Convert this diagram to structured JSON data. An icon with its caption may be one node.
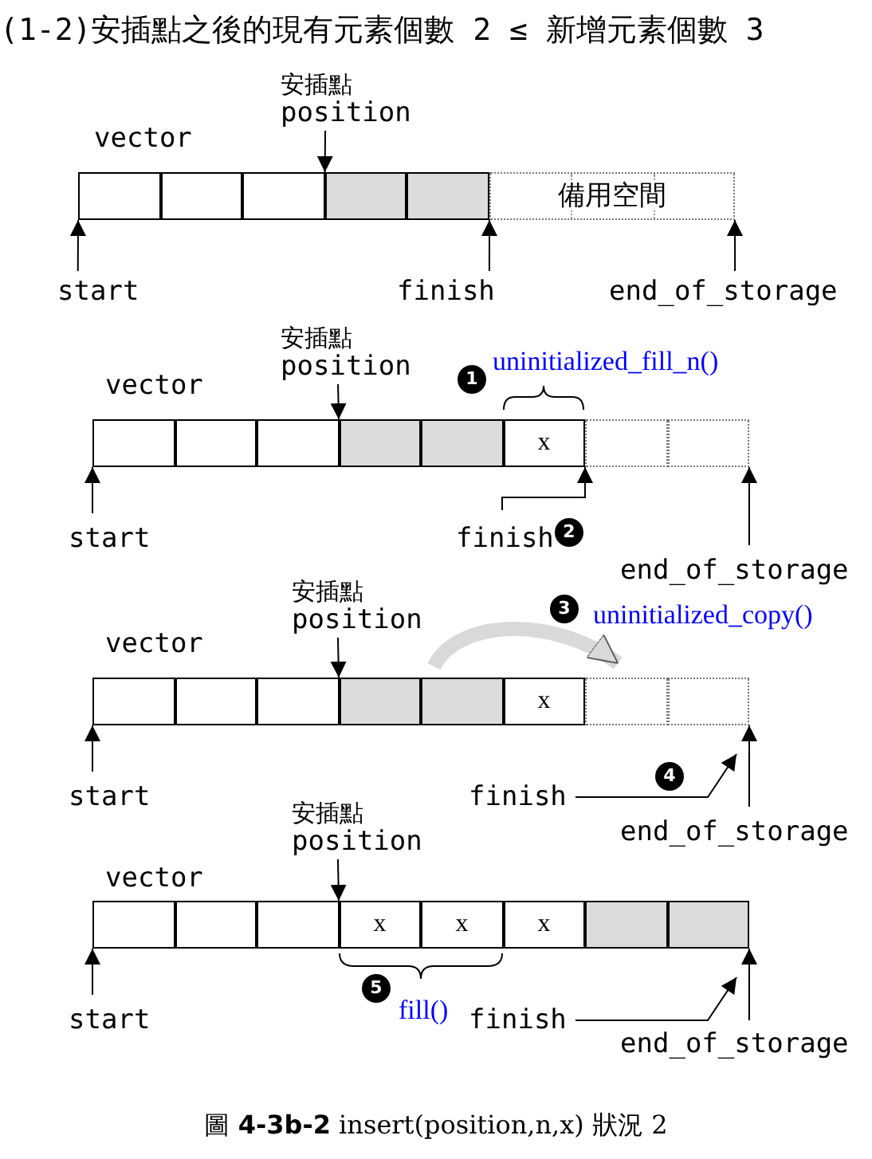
{
  "diagram": {
    "title": "(1-2)安插點之後的現有元素個數 2 ≤ 新增元素個數 3",
    "caption": "圖 **4-3b-2** insert(position,n,x) 狀況 2",
    "nodes": [
      {
        "text": [
          "安插點",
          "position"
        ]
      },
      {
        "text": [],
        "shape": "box"
      },
      {
        "text": [],
        "shape": "box"
      },
      {
        "text": [],
        "shape": "box"
      },
      {
        "text": [],
        "shape": "box"
      },
      {
        "text": [],
        "shape": "box"
      },
      {
        "text": [
          "備用空間"
        ]
      },
      {
        "text": [
          "start"
        ]
      },
      {
        "text": [
          "finish"
        ]
      },
      {
        "text": [
          "end_of_storage"
        ]
      },
      {
        "text": [
          "安插點",
          "position"
        ]
      },
      {
        "text": [
          "1"
        ]
      },
      {
        "text": [],
        "shape": "box"
      },
      {
        "text": [],
        "shape": "box"
      },
      {
        "text": [],
        "shape": "box"
      },
      {
        "text": [],
        "shape": "box"
      },
      {
        "text": [],
        "shape": "box"
      },
      {
        "text": [
          "x"
        ]
      },
      {
        "text": [],
        "shape": "box"
      },
      {
        "text": [],
        "shape": "box"
      },
      {
        "text": [
          "start"
        ]
      },
      {
        "text": [
          "finish"
        ]
      },
      {
        "text": [
          "2"
        ]
      },
      {
        "text": [
          "end_of_storage"
        ]
      },
      {
        "text": [
          "安插點",
          "position"
        ]
      },
      {
        "text": [
          "3"
        ]
      },
      {
        "text": [],
        "shape": "box"
      },
      {
        "text": [],
        "shape": "box"
      },
      {
        "text": [],
        "shape": "box"
      },
      {
        "text": [],
        "shape": "box"
      },
      {
        "text": [],
        "shape": "box"
      },
      {
        "text": [
          "x"
        ]
      },
      {
        "text": [],
        "shape": "box"
      },
      {
        "text": [],
        "shape": "box"
      },
      {
        "text": [
          "start"
        ]
      },
      {
        "text": [
          "finish"
        ]
      },
      {
        "text": [
          "4"
        ]
      },
      {
        "text": [
          "end_of_storage"
        ]
      },
      {
        "text": [
          "安插點",
          "position"
        ]
      },
      {
        "text": [],
        "shape": "box"
      },
      {
        "text": [],
        "shape": "box"
      },
      {
        "text": [],
        "shape": "box"
      },
      {
        "text": [
          "x"
        ]
      },
      {
        "text": [
          "x"
        ]
      },
      {
        "text": [
          "x"
        ]
      },
      {
        "text": [],
        "shape": "box"
      },
      {
        "text": [],
        "shape": "box"
      },
      {
        "text": [
          "5"
        ]
      },
      {
        "text": [
          "start"
        ]
      },
      {
        "text": [
          "finish"
        ]
      },
      {
        "text": [
          "end_of_storage"
        ]
      }
    ],
    "edges": [
      {
        "from": 0,
        "to": 4,
        "arrow": "to"
      },
      {
        "from": 7,
        "to": 1,
        "arrow": "to"
      },
      {
        "from": 8,
        "to": 5,
        "arrow": "to"
      },
      {
        "from": 9,
        "to": 6,
        "arrow": "to"
      },
      {
        "from": 10,
        "to": 15,
        "arrow": "to"
      },
      {
        "from": 20,
        "to": 12,
        "arrow": "to"
      },
      {
        "from": 21,
        "to": 17,
        "arrow": "to"
      },
      {
        "from": 23,
        "to": 19,
        "arrow": "to"
      },
      {
        "from": 30,
        "to": 32,
        "arrow": "to",
        "style": "thick",
        "color": "#d9d9d9"
      },
      {
        "from": 24,
        "to": 29,
        "arrow": "to"
      },
      {
        "from": 34,
        "to": 26,
        "arrow": "to"
      },
      {
        "from": 35,
        "to": 33,
        "arrow": "to"
      },
      {
        "from": 37,
        "to": 33,
        "arrow": "to"
      },
      {
        "from": 38,
        "to": 42,
        "arrow": "to"
      },
      {
        "from": 48,
        "to": 39,
        "arrow": "to"
      },
      {
        "from": 49,
        "to": 46,
        "arrow": "to"
      },
      {
        "from": 50,
        "to": 46,
        "arrow": "to"
      }
    ],
    "labels": [
      "vector",
      "uninitialized_fill_n()",
      "vector",
      "uninitialized_copy()",
      "vector",
      "vector",
      "fill()"
    ]
  }
}
